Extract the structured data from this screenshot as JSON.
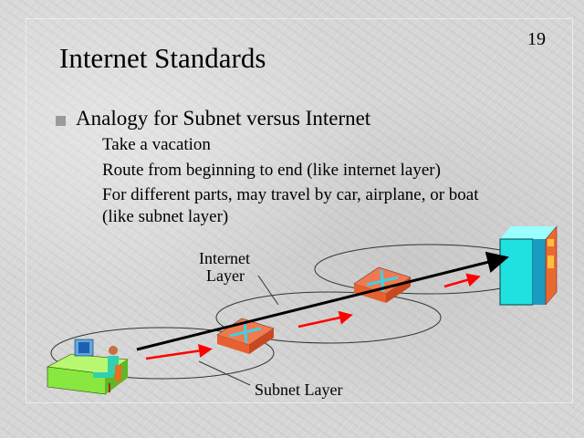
{
  "slide": {
    "number": "19",
    "title": "Internet Standards",
    "bullet": "Analogy for Subnet versus Internet",
    "sub_items": [
      "Take a vacation",
      "Route from beginning to end (like internet layer)",
      "For different parts, may travel by car, airplane, or boat",
      "(like subnet layer)"
    ]
  },
  "diagram": {
    "internet_label_line1": "Internet",
    "internet_label_line2": "Layer",
    "subnet_label": "Subnet Layer",
    "colors": {
      "router": "#f07a50",
      "router_arrows": "#40d0e8",
      "server": "#20e0e0",
      "red_arrow": "#ff0000",
      "desk": "#88e840"
    }
  }
}
